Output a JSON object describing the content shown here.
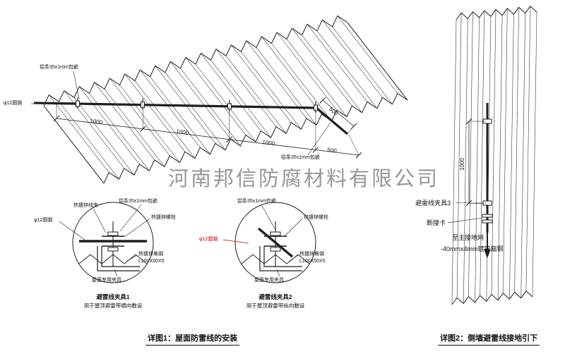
{
  "watermark": "河南邦信防腐材料有限公司",
  "colors": {
    "line": "#1f1f1f",
    "red": "#c40000",
    "watermark": "#7d7d7d"
  },
  "main": {
    "al_strip_top": "铝条35x1mm包嵌",
    "round_steel": "φ12圆钢",
    "al_strip_right": "铝条35x1mm包嵌",
    "dims": {
      "d1": "1000",
      "d2": "1000",
      "d3": "1000",
      "d4": "500",
      "d5": "500"
    }
  },
  "detail1": {
    "wire_clip": "热镀锌线夹",
    "al_strip": "铝条35x1mm包嵌",
    "bolt": "热镀锌螺栓",
    "round_steel": "φ12圆钢",
    "angle_steel": "热镀锌角钢",
    "angle_spec": "L100X50X5",
    "roof_clamp": "屋面专用夹具",
    "title": "避雷线夹具1",
    "subtitle": "用于屋顶避雷带横向敷设"
  },
  "detail2": {
    "al_strip": "铝条35x1mm包嵌",
    "bolt": "热镀锌螺栓",
    "round_steel": "φ12圆钢",
    "angle_steel": "热镀锌角钢",
    "angle_spec": "L100X50X5",
    "roof_clamp": "屋面专用夹具",
    "title": "避雷线夹具2",
    "subtitle": "用于屋顶避雷带纵向敷设"
  },
  "wall": {
    "dim": "1000",
    "clamp3": "避雷线夹具3",
    "disconnect": "断接卡",
    "to_ground": "至主接地网",
    "flat_steel": "-40mmx4mm镀锌扁钢"
  },
  "captions": {
    "c1": "详图1：屋面防雷线的安装",
    "c2": "详图2：侧墙避雷线接地引下"
  }
}
